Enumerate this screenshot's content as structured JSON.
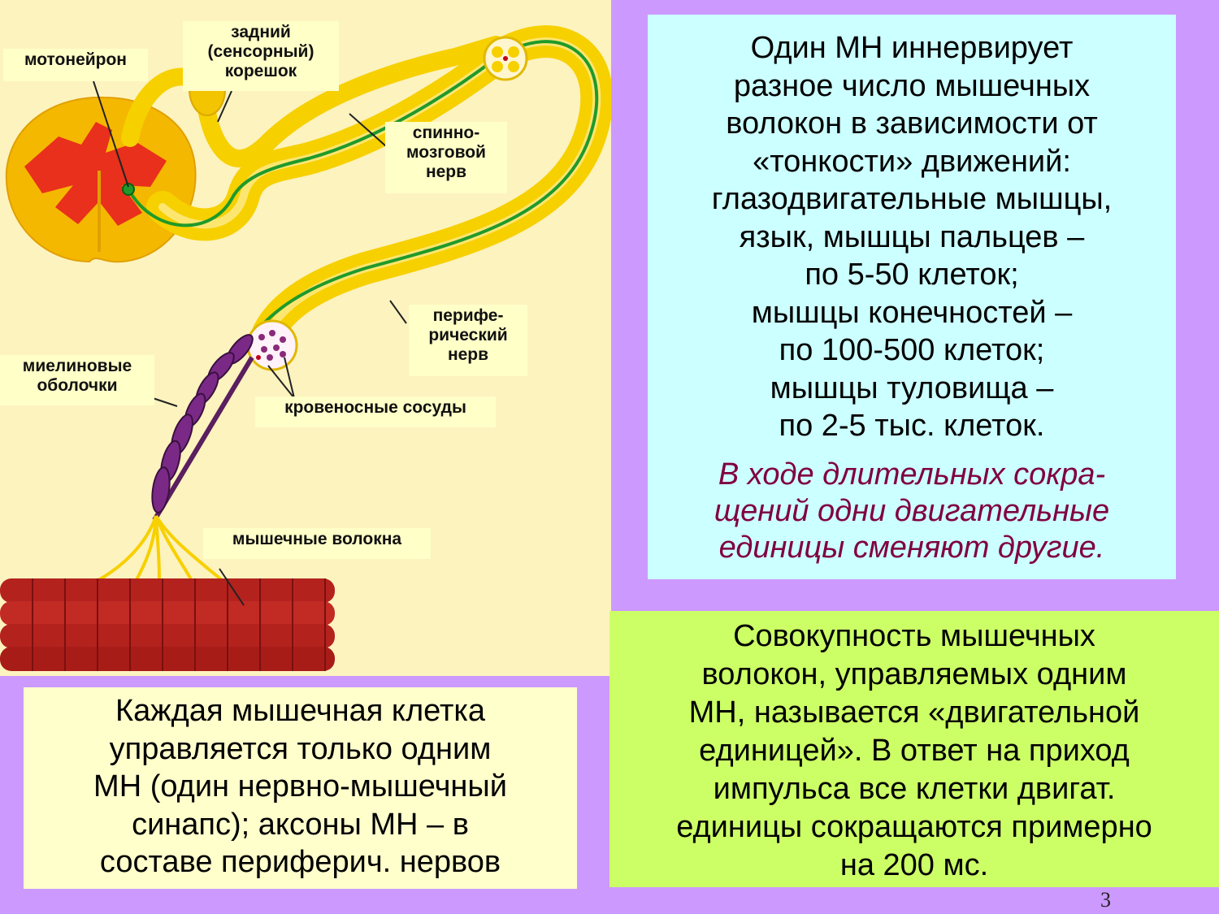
{
  "figure": {
    "labels": {
      "motoneuron": "мотонейрон",
      "dorsal_root": "задний\n(сенсорный)\nкорешок",
      "spinal_nerve": "спинно-\nмозговой\nнерв",
      "peripheral_nerve": "перифе-\nрический\nнерв",
      "myelin_sheaths": "миелиновые\nоболочки",
      "blood_vessels": "кровеносные сосуды",
      "muscle_fibers": "мышечные волокна"
    },
    "colors": {
      "background": "#fdf3bf",
      "spinal_cord": "#f5b800",
      "gray_matter": "#e8301c",
      "nerve": "#f7d000",
      "axon": "#1f9a2a",
      "myelin": "#5a1f5e",
      "muscle": "#b4221e"
    }
  },
  "info_box": {
    "main_text": "Один МН иннервирует\nразное число мышечных\nволокон в зависимости от\n«тонкости» движений:\nглазодвигательные мышцы,\nязык, мышцы пальцев –\nпо 5-50 клеток;\nмышцы конечностей –\nпо 100-500 клеток;\nмышцы туловища –\nпо 2-5 тыс. клеток.",
    "italic_text": "В ходе длительных сокра-\nщений одни двигательные\nединицы сменяют другие."
  },
  "motor_unit_box": {
    "text": "Совокупность мышечных\nволокон, управляемых одним\nМН, называется «двигательной\nединицей». В ответ на приход\nимпульса все клетки двигат.\nединицы сокращаются примерно\nна 200 мс."
  },
  "cell_box": {
    "text": "Каждая мышечная клетка\nуправляется только одним\nМН (один нервно-мышечный\nсинапс); аксоны МН – в\nсоставе периферич. нервов"
  },
  "page_number": "3",
  "colors": {
    "page_background": "#cc99ff",
    "info_box": "#ccffff",
    "info_italic": "#800040",
    "motor_unit_box": "#ccff66",
    "cell_box": "#ffffcc"
  }
}
